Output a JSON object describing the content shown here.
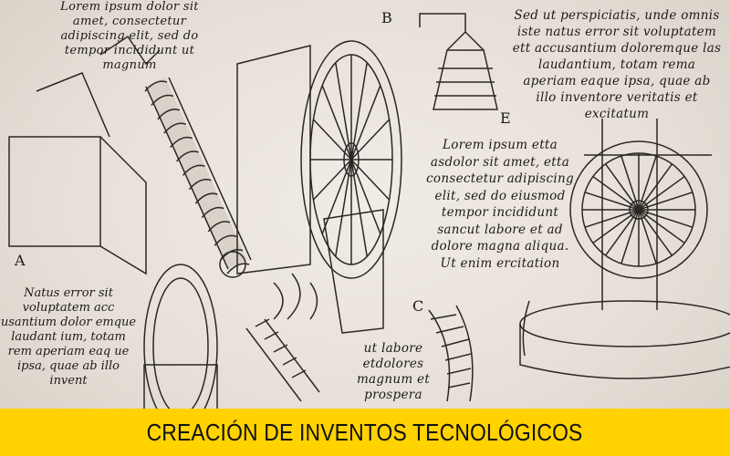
{
  "illustration": {
    "labels": [
      "A",
      "B",
      "C",
      "E"
    ],
    "notes": [
      "Lorem ipsum dolor sit amet, consectetur adipiscing elit, sed do tempor incididunt ut magnum",
      "Sed ut perspiciatis, unde omnis iste natus error sit voluptatem ett accusantium doloremque las laudantium, totam rema aperiam eaque ipsa, quae ab illo inventore veritatis et excitatum",
      "Lorem ipsum etta asdolor sit amet, etta consectetur adipiscing elit, sed do eiusmod tempor incididunt sancut labore et ad dolore magna aliqua. Ut enim ercitation",
      "Natus error sit voluptatem acc usantium dolor emque laudant ium, totam rem aperiam eaq ue ipsa, quae ab illo invent",
      "ut labore etdolores magnum et prospera"
    ]
  },
  "banner": {
    "title": "CREACIÓN DE INVENTOS TECNOLÓGICOS",
    "color": "#ffd200"
  }
}
